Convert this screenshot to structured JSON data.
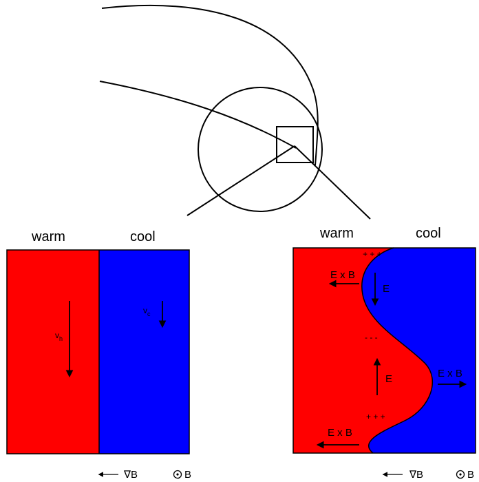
{
  "left_panel": {
    "label_warm": "warm",
    "label_cool": "cool",
    "velocity_warm": "v",
    "velocity_warm_sub": "h",
    "velocity_cool": "v",
    "velocity_cool_sub": "c"
  },
  "right_panel": {
    "label_warm": "warm",
    "label_cool": "cool",
    "charge_top": "+ + +",
    "charge_mid": "- - -",
    "charge_bottom": "+ + +",
    "exb_top": "E x B",
    "exb_right": "E x B",
    "exb_bottom": "E x B",
    "e_top": "E",
    "e_mid": "E"
  },
  "legend": {
    "grad_b_left": "∇B",
    "dot_b_left": "B",
    "grad_b_right": "∇B",
    "dot_b_right": "B"
  },
  "colors": {
    "warm": "#ff0000",
    "cool": "#0000ff",
    "ink": "#000000"
  }
}
